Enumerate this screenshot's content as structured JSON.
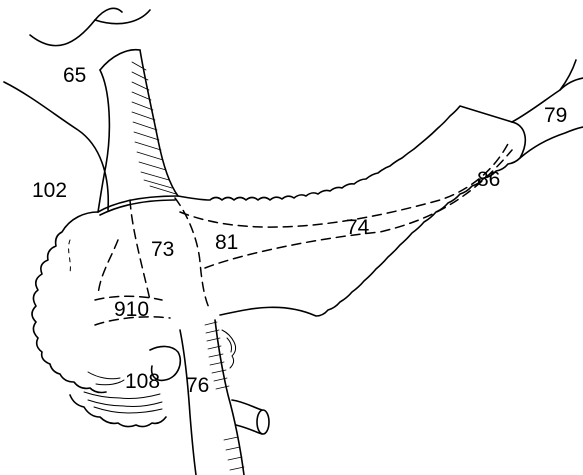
{
  "labels": {
    "l65": "65",
    "l102": "102",
    "l73": "73",
    "l81": "81",
    "l74": "74",
    "l86": "86",
    "l79": "79",
    "l910": "910",
    "l108": "108",
    "l76": "76"
  },
  "colors": {
    "ink": "#000000",
    "paper": "#ffffff"
  }
}
